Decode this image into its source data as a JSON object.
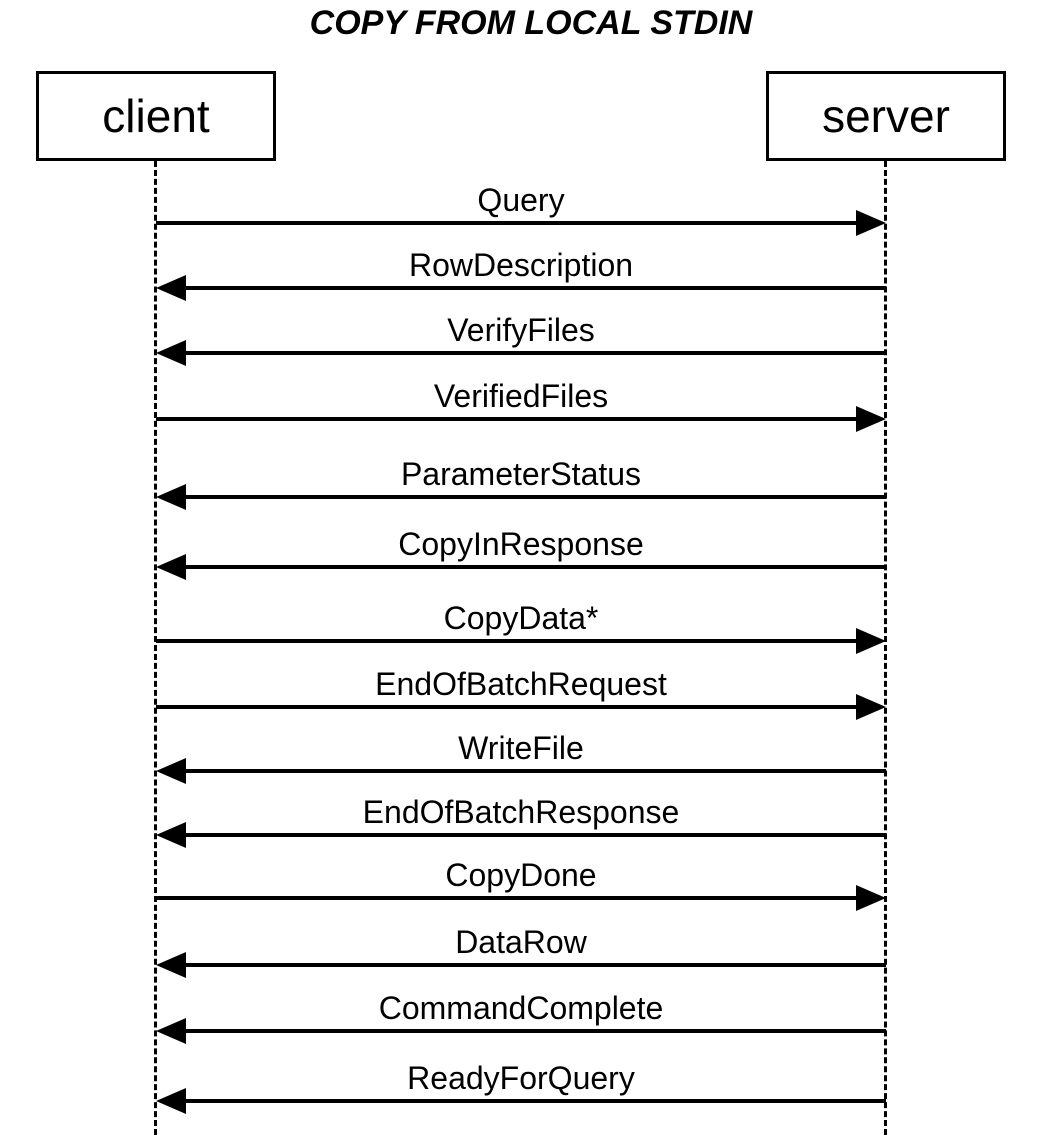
{
  "title": "COPY FROM LOCAL STDIN",
  "actors": {
    "client": "client",
    "server": "server"
  },
  "messages": [
    {
      "label": "Query",
      "direction": "client-to-server"
    },
    {
      "label": "RowDescription",
      "direction": "server-to-client"
    },
    {
      "label": "VerifyFiles",
      "direction": "server-to-client"
    },
    {
      "label": "VerifiedFiles",
      "direction": "client-to-server"
    },
    {
      "label": "ParameterStatus",
      "direction": "server-to-client"
    },
    {
      "label": "CopyInResponse",
      "direction": "server-to-client"
    },
    {
      "label": "CopyData*",
      "direction": "client-to-server"
    },
    {
      "label": "EndOfBatchRequest",
      "direction": "client-to-server"
    },
    {
      "label": "WriteFile",
      "direction": "server-to-client"
    },
    {
      "label": "EndOfBatchResponse",
      "direction": "server-to-client"
    },
    {
      "label": "CopyDone",
      "direction": "client-to-server"
    },
    {
      "label": "DataRow",
      "direction": "server-to-client"
    },
    {
      "label": "CommandComplete",
      "direction": "server-to-client"
    },
    {
      "label": "ReadyForQuery",
      "direction": "server-to-client"
    }
  ]
}
